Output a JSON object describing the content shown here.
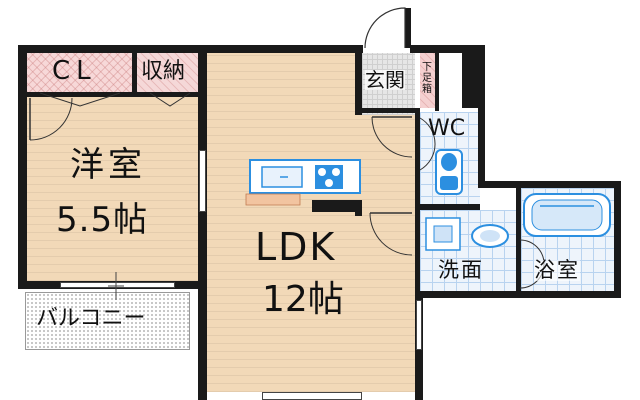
{
  "rooms": {
    "closet": "CL",
    "storage": "収納",
    "western_room": "洋室",
    "western_size": "5.5帖",
    "ldk": "LDK",
    "ldk_size": "12帖",
    "entrance": "玄関",
    "shoe_box": "下足箱",
    "toilet": "WC",
    "washroom": "洗面",
    "bathroom": "浴室",
    "balcony": "バルコニー"
  },
  "colors": {
    "wall": "#1a1a1a",
    "wood_floor": "#f2d9b8",
    "storage_pink": "#f7d8d8",
    "tile_blue": "#eef4fb",
    "fixture_blue": "#2c8fe0"
  }
}
